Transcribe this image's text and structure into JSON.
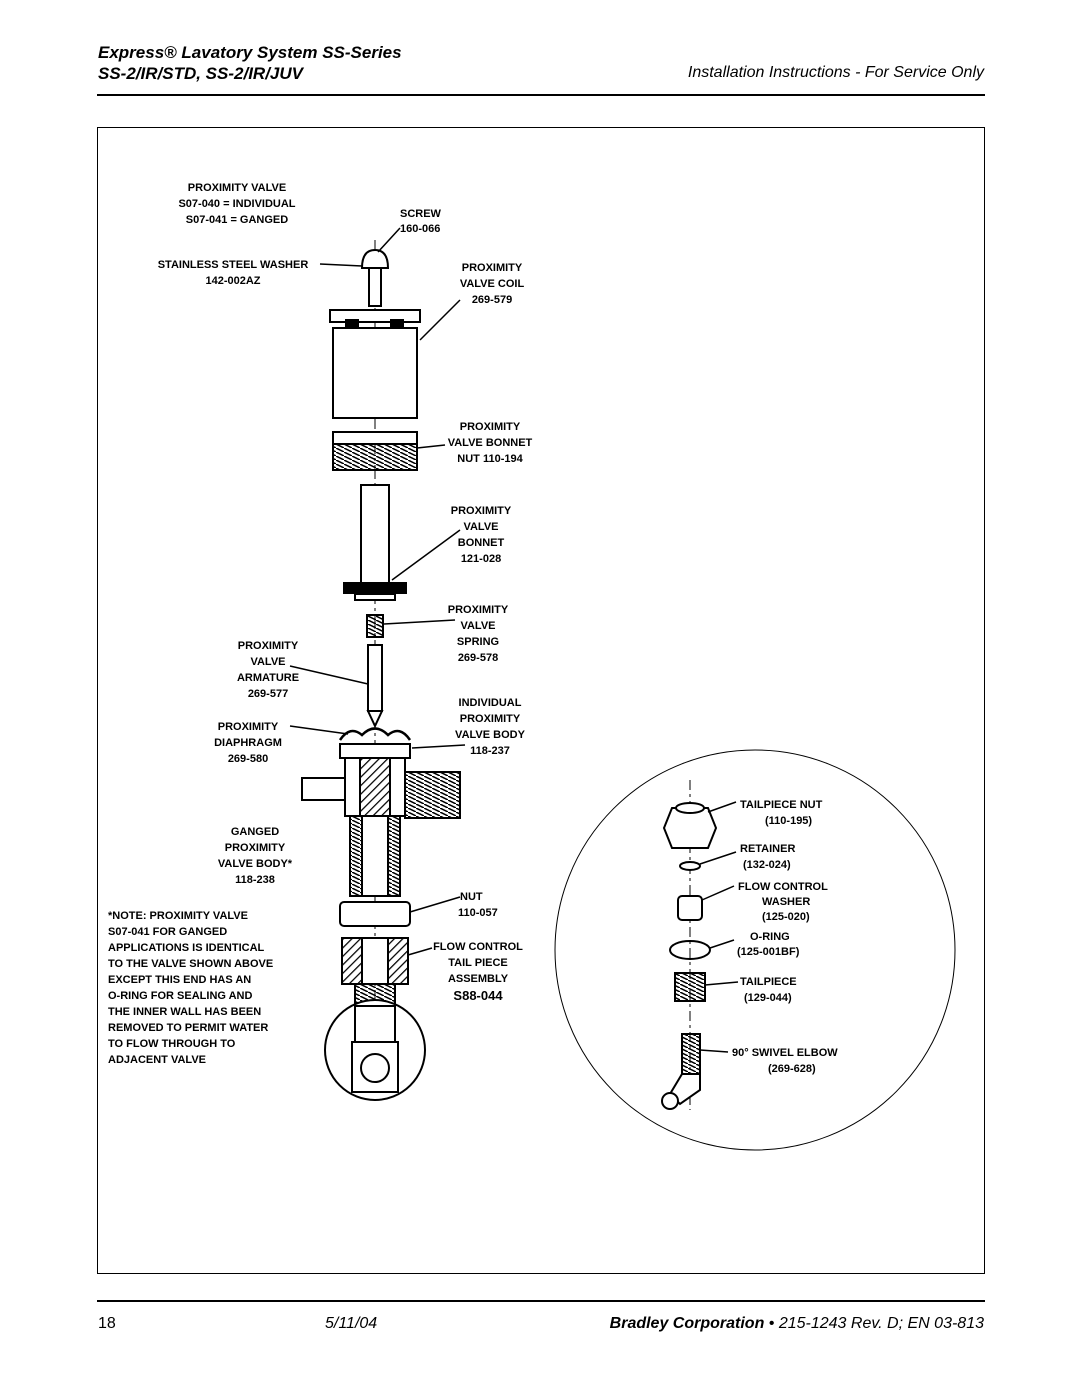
{
  "header": {
    "title_line1": "Express® Lavatory System SS-Series",
    "title_line2": "SS-2/IR/STD, SS-2/IR/JUV",
    "right": "Installation Instructions - For Service Only"
  },
  "labels": {
    "prox_valve": [
      "PROXIMITY VALVE",
      "S07-040 = INDIVIDUAL",
      "S07-041 = GANGED"
    ],
    "screw": [
      "SCREW",
      "160-066"
    ],
    "washer": [
      "STAINLESS STEEL WASHER",
      "142-002AZ"
    ],
    "coil": [
      "PROXIMITY",
      "VALVE COIL",
      "269-579"
    ],
    "bonnet_nut": [
      "PROXIMITY",
      "VALVE BONNET",
      "NUT 110-194"
    ],
    "bonnet": [
      "PROXIMITY",
      "VALVE",
      "BONNET",
      "121-028"
    ],
    "spring": [
      "PROXIMITY",
      "VALVE",
      "SPRING",
      "269-578"
    ],
    "armature": [
      "PROXIMITY",
      "VALVE",
      "ARMATURE",
      "269-577"
    ],
    "indiv_body": [
      "INDIVIDUAL",
      "PROXIMITY",
      "VALVE BODY",
      "118-237"
    ],
    "diaphragm": [
      "PROXIMITY",
      "DIAPHRAGM",
      "269-580"
    ],
    "ganged_body": [
      "GANGED",
      "PROXIMITY",
      "VALVE BODY*",
      "118-238"
    ],
    "nut": [
      "NUT",
      "110-057"
    ],
    "flow_assembly": [
      "FLOW CONTROL",
      "TAIL PIECE",
      "ASSEMBLY",
      "S88-044"
    ],
    "note": [
      "*NOTE: PROXIMITY VALVE",
      "S07-041  FOR GANGED",
      "APPLICATIONS IS IDENTICAL",
      "TO THE VALVE SHOWN ABOVE",
      "EXCEPT THIS END HAS AN",
      "O-RING FOR SEALING AND",
      "THE INNER WALL HAS BEEN",
      "REMOVED TO PERMIT WATER",
      "TO FLOW THROUGH TO",
      "ADJACENT VALVE"
    ],
    "tail_nut": [
      "TAILPIECE NUT",
      "(110-195)"
    ],
    "retainer": [
      "RETAINER",
      "(132-024)"
    ],
    "fc_washer": [
      "FLOW CONTROL",
      "WASHER",
      "(125-020)"
    ],
    "oring": [
      "O-RING",
      "(125-001BF)"
    ],
    "tailpiece": [
      "TAILPIECE",
      "(129-044)"
    ],
    "elbow": [
      "90° SWIVEL ELBOW",
      "(269-628)"
    ]
  },
  "footer": {
    "page": "18",
    "date": "5/11/04",
    "company": "Bradley Corporation",
    "doc": " • 215-1243 Rev. D; EN 03-813"
  }
}
